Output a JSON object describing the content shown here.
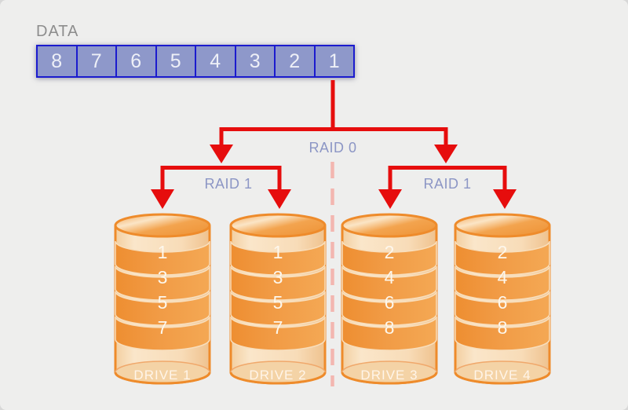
{
  "data_label": "DATA",
  "strip": {
    "cells": [
      "8",
      "7",
      "6",
      "5",
      "4",
      "3",
      "2",
      "1"
    ]
  },
  "labels": {
    "raid0": "RAID 0",
    "raid1_left": "RAID 1",
    "raid1_right": "RAID 1"
  },
  "drives": [
    {
      "name": "DRIVE 1",
      "blocks": [
        "1",
        "3",
        "5",
        "7"
      ]
    },
    {
      "name": "DRIVE 2",
      "blocks": [
        "1",
        "3",
        "5",
        "7"
      ]
    },
    {
      "name": "DRIVE 3",
      "blocks": [
        "2",
        "4",
        "6",
        "8"
      ]
    },
    {
      "name": "DRIVE 4",
      "blocks": [
        "2",
        "4",
        "6",
        "8"
      ]
    }
  ],
  "colors": {
    "background": "#eeeeed",
    "arrow_red": "#e60d0d",
    "divider_pink": "#f3b6b0",
    "raid_label_blue": "#8c96c5",
    "strip_fill": "#8e98ca",
    "strip_border": "#1b1bce",
    "drive_outline": "#ee8b2b",
    "drive_band_orange": "#f09540",
    "drive_body_cream": "#f8dcb8"
  }
}
